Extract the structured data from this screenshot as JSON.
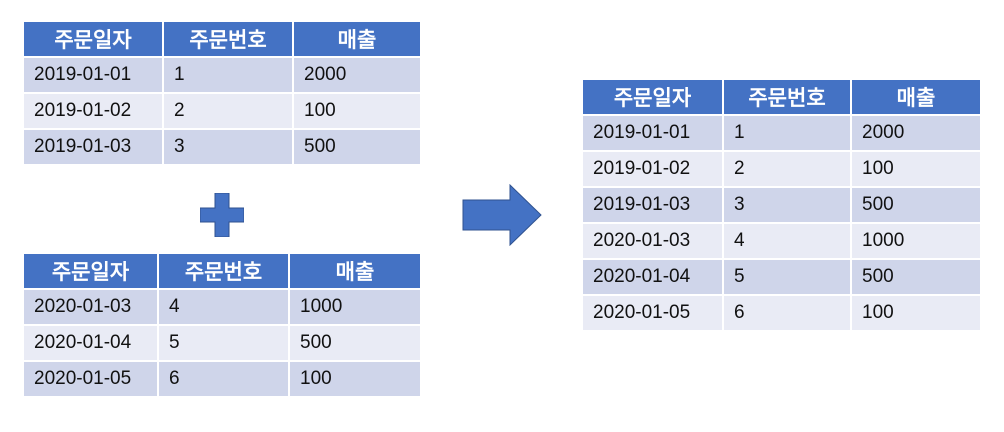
{
  "headers": [
    "주문일자",
    "주문번호",
    "매출"
  ],
  "table1": [
    [
      "2019-01-01",
      "1",
      "2000"
    ],
    [
      "2019-01-02",
      "2",
      "100"
    ],
    [
      "2019-01-03",
      "3",
      "500"
    ]
  ],
  "table2": [
    [
      "2020-01-03",
      "4",
      "1000"
    ],
    [
      "2020-01-04",
      "5",
      "500"
    ],
    [
      "2020-01-05",
      "6",
      "100"
    ]
  ],
  "result": [
    [
      "2019-01-01",
      "1",
      "2000"
    ],
    [
      "2019-01-02",
      "2",
      "100"
    ],
    [
      "2019-01-03",
      "3",
      "500"
    ],
    [
      "2020-01-03",
      "4",
      "1000"
    ],
    [
      "2020-01-04",
      "5",
      "500"
    ],
    [
      "2020-01-05",
      "6",
      "100"
    ]
  ],
  "colors": {
    "header": "#4472C4",
    "row_odd": "#CFD5EA",
    "row_even": "#E9EBF5"
  }
}
